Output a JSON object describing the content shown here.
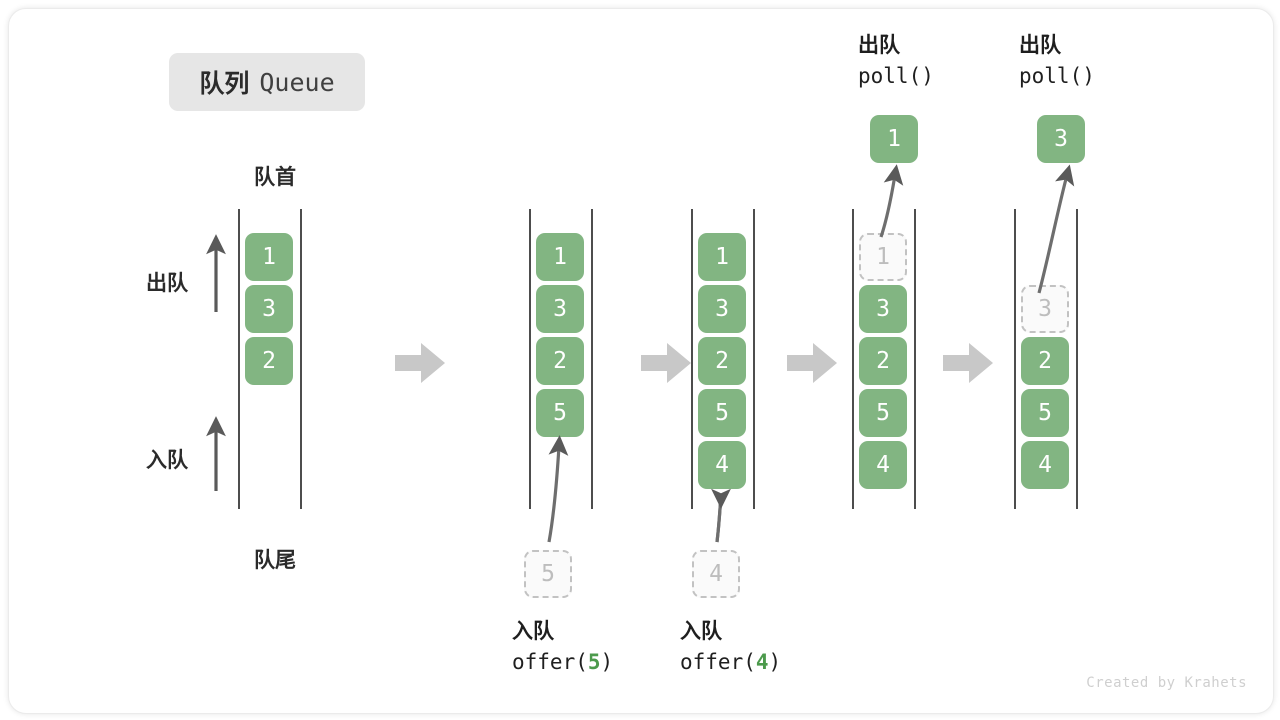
{
  "title": {
    "cn": "队列",
    "en": "Queue"
  },
  "labels": {
    "head": "队首",
    "tail": "队尾",
    "dequeue_side": "出队",
    "enqueue_side": "入队"
  },
  "colors": {
    "element_fill": "#82b582",
    "element_text": "#ffffff",
    "ghost_border": "#c2c2c2",
    "ghost_text": "#bdbdbd",
    "rail": "#4d4d4d",
    "step_arrow": "#c8c8c8",
    "accent_arg": "#4c9a4c",
    "badge_bg": "#e6e6e6"
  },
  "columns": [
    {
      "name": "initial",
      "slots": [
        "1",
        "3",
        "2",
        "",
        ""
      ],
      "states": [
        "full",
        "full",
        "full",
        "empty",
        "empty"
      ]
    },
    {
      "name": "after-offer-5",
      "slots": [
        "1",
        "3",
        "2",
        "5",
        ""
      ],
      "states": [
        "full",
        "full",
        "full",
        "full",
        "empty"
      ]
    },
    {
      "name": "after-offer-4",
      "slots": [
        "1",
        "3",
        "2",
        "5",
        "4"
      ],
      "states": [
        "full",
        "full",
        "full",
        "full",
        "full"
      ]
    },
    {
      "name": "during-poll-1",
      "slots": [
        "1",
        "3",
        "2",
        "5",
        "4"
      ],
      "states": [
        "ghost",
        "full",
        "full",
        "full",
        "full"
      ]
    },
    {
      "name": "during-poll-3",
      "slots": [
        "",
        "3",
        "2",
        "5",
        "4"
      ],
      "states": [
        "empty",
        "ghost",
        "full",
        "full",
        "full"
      ]
    }
  ],
  "operations": {
    "enqueue": [
      {
        "cn": "入队",
        "fn_prefix": "offer(",
        "arg": "5",
        "fn_suffix": ")",
        "ghost_value": "5"
      },
      {
        "cn": "入队",
        "fn_prefix": "offer(",
        "arg": "4",
        "fn_suffix": ")",
        "ghost_value": "4"
      }
    ],
    "dequeue": [
      {
        "cn": "出队",
        "fn": "poll()",
        "result_value": "1"
      },
      {
        "cn": "出队",
        "fn": "poll()",
        "result_value": "3"
      }
    ]
  },
  "step_arrows": 4,
  "watermark": "Created by Krahets"
}
